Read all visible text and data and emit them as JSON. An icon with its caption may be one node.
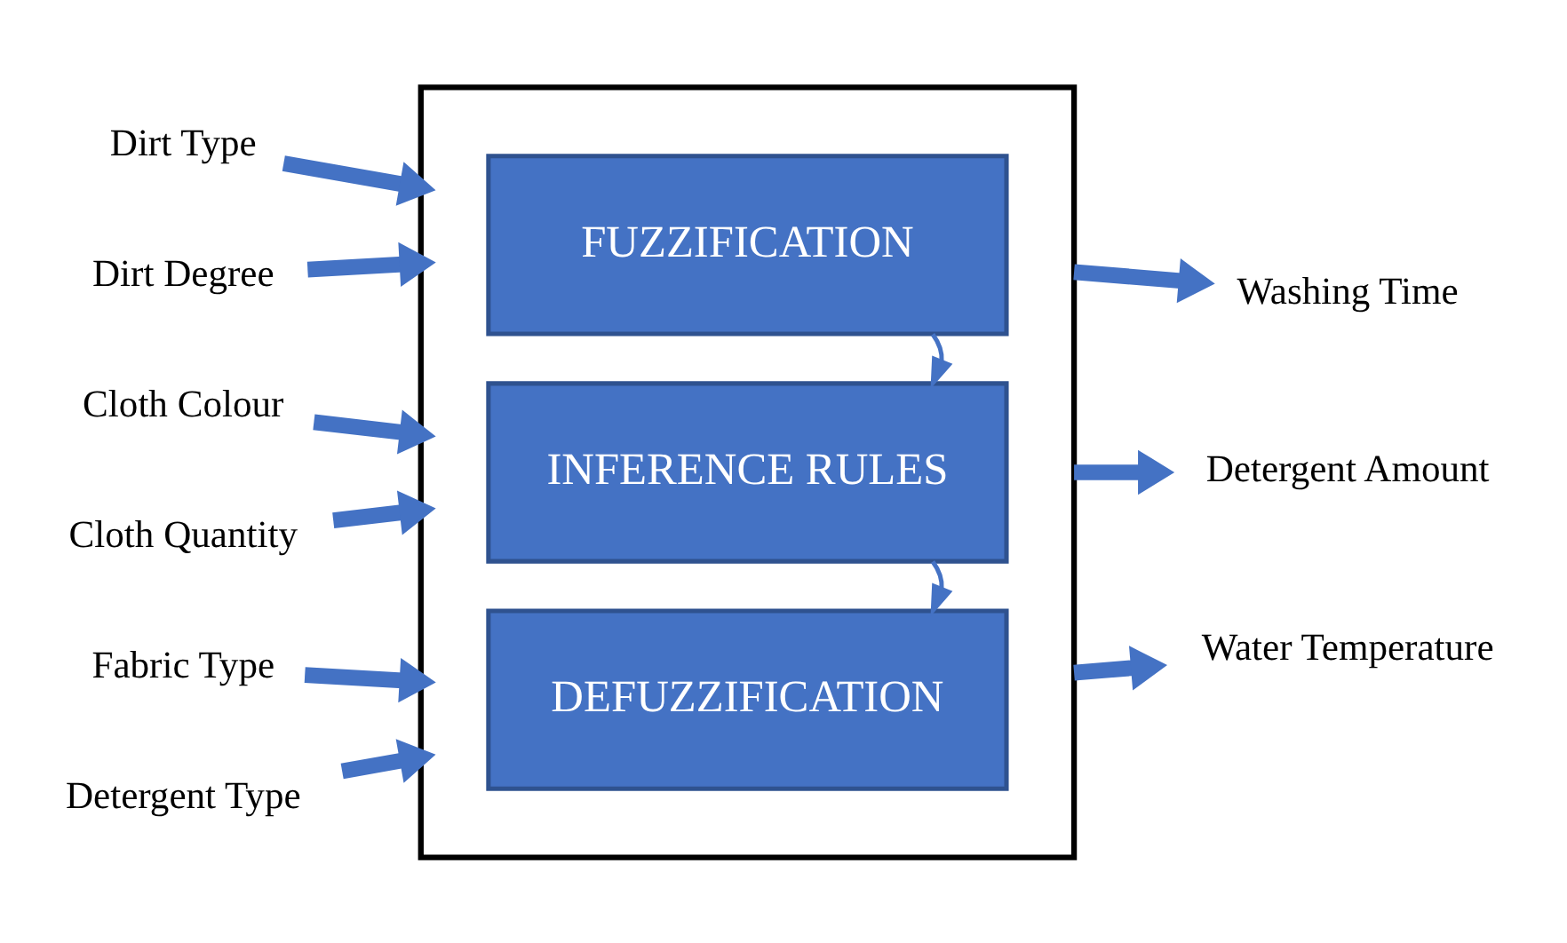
{
  "diagram": {
    "nodes": [
      {
        "text": [],
        "shape": "box"
      },
      {
        "text": [
          "FUZZIFICATION"
        ],
        "in": 0
      },
      {
        "text": [
          "INFERENCE RULES"
        ],
        "in": 0
      },
      {
        "text": [
          "DEFUZZIFICATION"
        ],
        "in": 0
      },
      {
        "text": [
          "Dirt Type"
        ]
      },
      {
        "text": [
          "Dirt Degree"
        ]
      },
      {
        "text": [
          "Cloth Colour"
        ]
      },
      {
        "text": [
          "Cloth Quantity"
        ]
      },
      {
        "text": [
          "Fabric Type"
        ]
      },
      {
        "text": [
          "Detergent Type"
        ]
      },
      {
        "text": [
          "Washing Time"
        ]
      },
      {
        "text": [
          "Detergent Amount"
        ]
      },
      {
        "text": [
          "Water Temperature"
        ]
      }
    ],
    "edges": [
      {
        "from": 1,
        "to": 2,
        "arrow": "to"
      },
      {
        "from": 2,
        "to": 3,
        "arrow": "to"
      },
      {
        "from": 4,
        "to": 0,
        "arrow": "to"
      },
      {
        "from": 5,
        "to": 0,
        "arrow": "to"
      },
      {
        "from": 6,
        "to": 0,
        "arrow": "to"
      },
      {
        "from": 7,
        "to": 0,
        "arrow": "to"
      },
      {
        "from": 8,
        "to": 0,
        "arrow": "to"
      },
      {
        "from": 9,
        "to": 0,
        "arrow": "to"
      },
      {
        "from": 0,
        "to": 10,
        "arrow": "to"
      },
      {
        "from": 0,
        "to": 11,
        "arrow": "to"
      },
      {
        "from": 0,
        "to": 12,
        "arrow": "to"
      }
    ]
  }
}
